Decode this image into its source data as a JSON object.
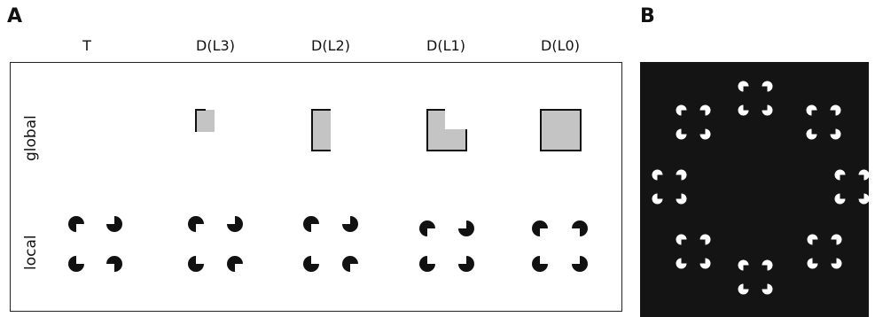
{
  "panels": {
    "a": "A",
    "b": "B"
  },
  "columns": [
    "T",
    "D(L3)",
    "D(L2)",
    "D(L1)",
    "D(L0)"
  ],
  "rows": {
    "global": "global",
    "local": "local"
  },
  "colors": {
    "black": "#111111",
    "gray": "#c4c4c4",
    "panel_b_bg": "#141414",
    "white": "#ffffff"
  }
}
